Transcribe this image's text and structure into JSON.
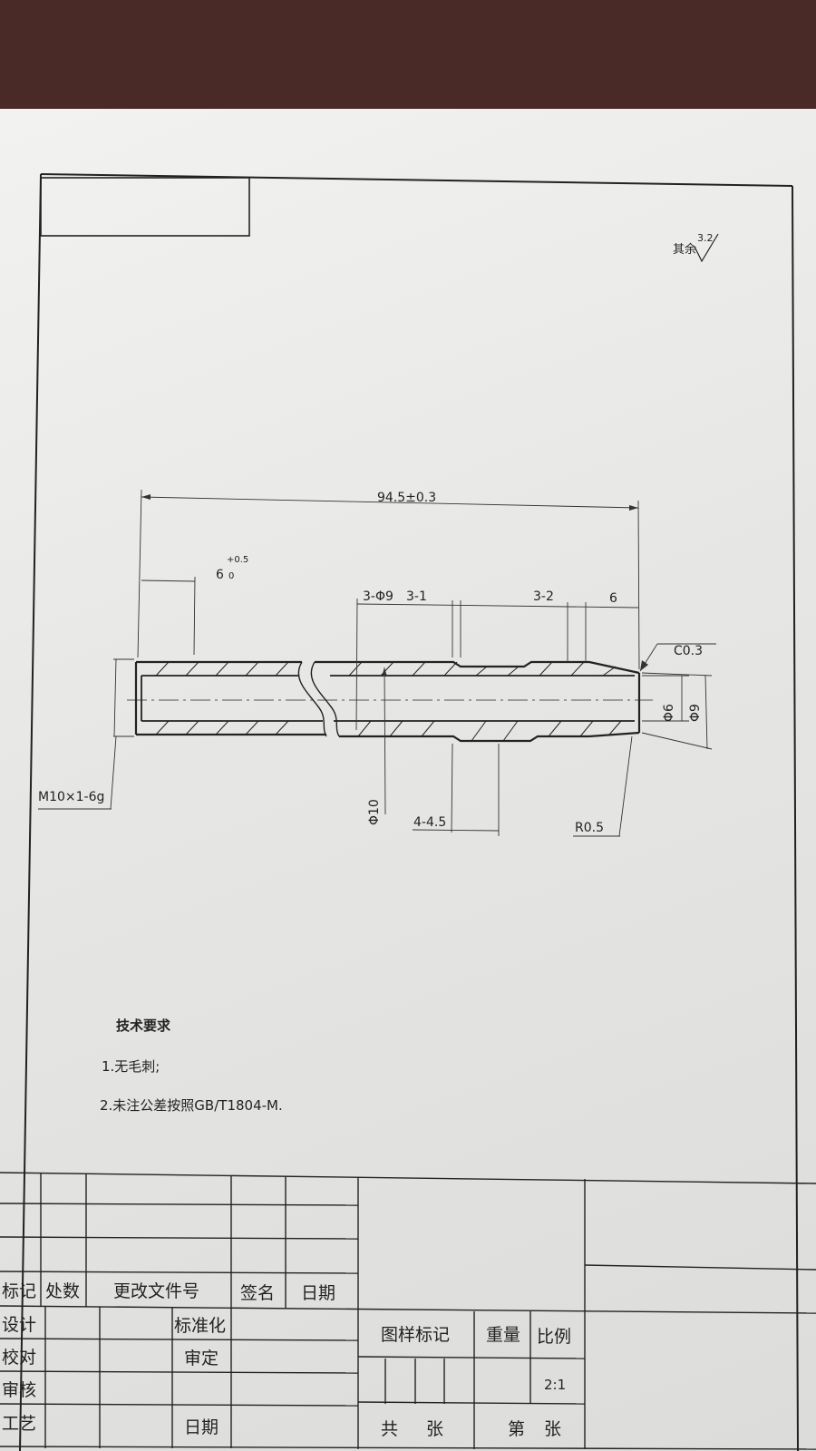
{
  "roughness": {
    "prefix": "其余",
    "value": "3.2"
  },
  "dimensions": {
    "overall_length": "94.5±0.3",
    "thread_length": "6",
    "thread_length_tol_upper": "+0.5",
    "thread_length_tol_lower": "0",
    "groove_count_dia": "3-Φ9",
    "groove_ref_1": "3-1",
    "groove_ref_2": "3-2",
    "end_length": "6",
    "chamfer": "C0.3",
    "bore_dia": "Φ6",
    "outer_dia": "Φ9",
    "thread_spec": "M10×1-6g",
    "body_dia": "Φ10",
    "groove_pitch": "4-4.5",
    "radius": "R0.5"
  },
  "tech_requirements": {
    "title": "技术要求",
    "item1": "1.无毛刺;",
    "item2": "2.未注公差按照GB/T1804-M."
  },
  "title_block": {
    "col_mark": "标记",
    "col_count": "处数",
    "col_doc": "更改文件号",
    "col_sign": "签名",
    "col_date": "日期",
    "design": "设计",
    "check": "校对",
    "review": "审核",
    "process": "工艺",
    "standardize": "标准化",
    "approve": "审定",
    "date2": "日期",
    "pattern_mark": "图样标记",
    "weight": "重量",
    "scale_label": "比例",
    "scale_value": "2:1",
    "total": "共",
    "sheets": "张",
    "number": "第",
    "sheet2": "张"
  }
}
